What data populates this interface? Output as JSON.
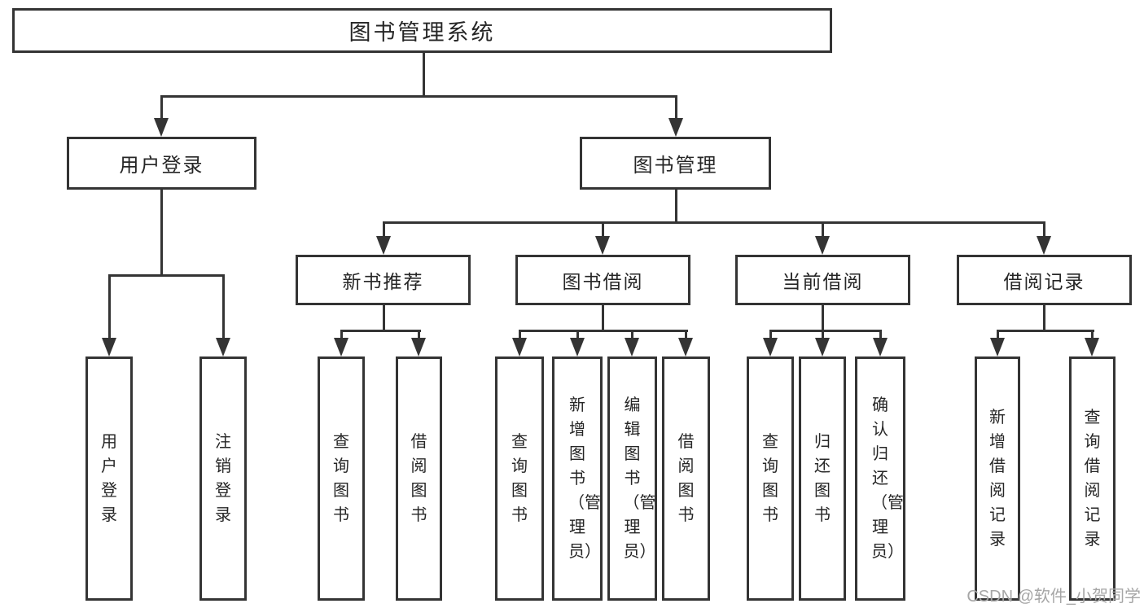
{
  "nodes": {
    "root": "图书管理系统",
    "user_login": "用户登录",
    "book_mgmt": "图书管理",
    "new_book_rec": "新书推荐",
    "book_borrow": "图书借阅",
    "current_borrow": "当前借阅",
    "borrow_record": "借阅记录",
    "leaf_user_login": "用户登录",
    "leaf_logout": "注销登录",
    "rec_query_book": "查询图书",
    "rec_borrow_book": "借阅图书",
    "bb_query_book": "查询图书",
    "bb_add_book": "新增图书（管理员）",
    "bb_edit_book": "编辑图书（管理员）",
    "bb_borrow_book": "借阅图书",
    "cb_query_book": "查询图书",
    "cb_return_book": "归还图书",
    "cb_confirm_return": "确认归还（管理员）",
    "br_add_record": "新增借阅记录",
    "br_query_record": "查询借阅记录"
  },
  "watermark": {
    "text": "CSDN @软件_小贺同学"
  },
  "colors": {
    "line": "#343434",
    "box_border": "#343434",
    "box_fill": "#ffffff",
    "text": "#262626",
    "watermark": "#a6a6a6",
    "background": "#ffffff"
  }
}
